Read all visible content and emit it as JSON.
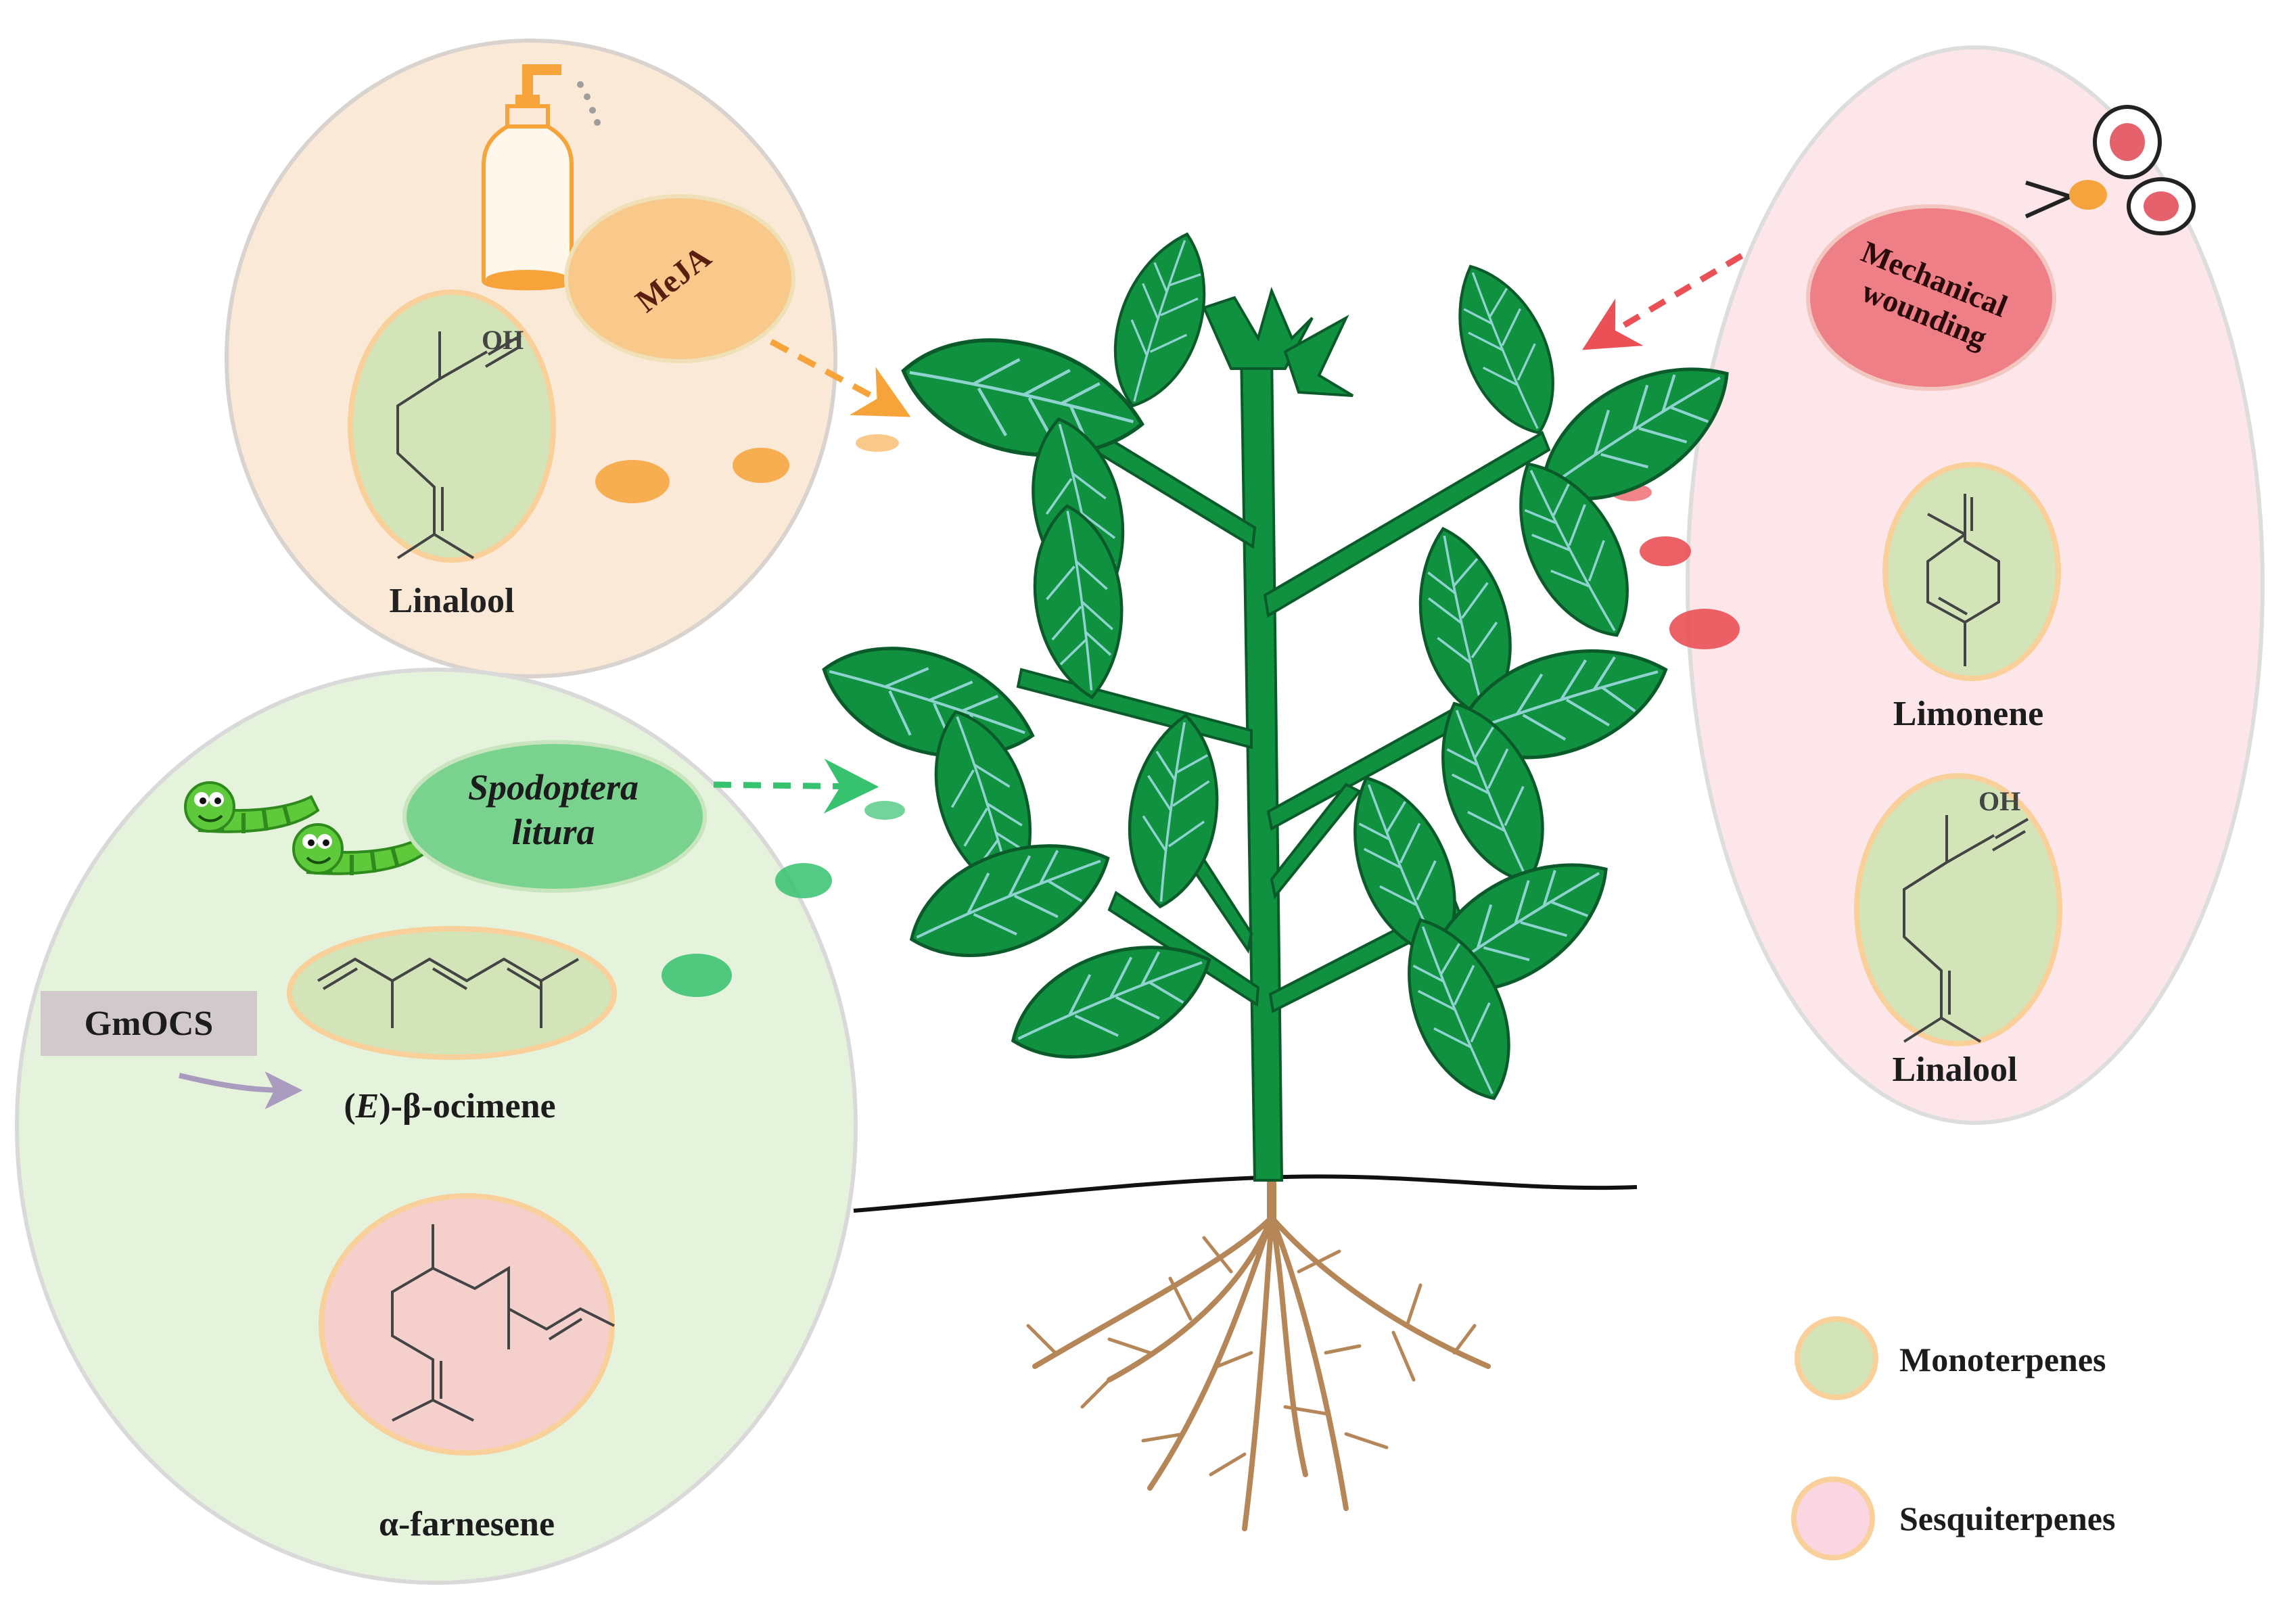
{
  "colors": {
    "meja_bg": "#fbe9d8",
    "meja_oval": "#f8c98a",
    "meja_accent": "#f6a33a",
    "insect_bg": "#e5f2dc",
    "insect_oval": "#79d28d",
    "insect_accent": "#36c26f",
    "wound_bg": "#fde6e9",
    "wound_oval": "#ef7f86",
    "wound_accent": "#ea5055",
    "mono_fill": "#d2e4b8",
    "sesqui_fill": "#f4cfcb",
    "chip_border": "#f9d09a",
    "plant_green": "#0f913f",
    "plant_dark": "#0a5a2a",
    "root_brown": "#b58657",
    "gene_box": "#d2c9cd",
    "gene_arrow": "#a99bbd"
  },
  "icons": [
    "spray-bottle-icon",
    "scissors-icon",
    "caterpillar-icon"
  ],
  "meja_panel": {
    "treatment": "MeJA",
    "compound": "Linalool",
    "oh_label": "OH"
  },
  "wound_panel": {
    "treatment": "Mechanical wounding",
    "compound_1": "Limonene",
    "compound_2": "Linalool",
    "oh_label": "OH"
  },
  "insect_panel": {
    "treatment_line1": "Spodoptera",
    "treatment_line2": "litura",
    "gene": "GmOCS",
    "compound_1_prefix": "(",
    "compound_1_italic": "E",
    "compound_1_suffix": ")-β-ocimene",
    "compound_2": "α-farnesene"
  },
  "legend": {
    "items": [
      {
        "label": "Monoterpenes",
        "color": "#d2e4b8"
      },
      {
        "label": "Sesquiterpenes",
        "color": "#f9d6e2"
      }
    ]
  }
}
